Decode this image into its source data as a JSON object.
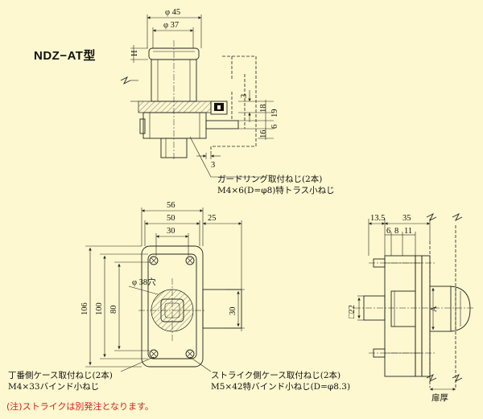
{
  "model_label": "NDZ−AT型",
  "top_view": {
    "dims": [
      "φ 45",
      "φ 37",
      "H",
      "3",
      "18",
      "19",
      "6",
      "16",
      "3"
    ]
  },
  "front_view": {
    "dims": [
      "56",
      "50",
      "30",
      "25",
      "106",
      "100",
      "80",
      "30",
      "φ 38穴"
    ]
  },
  "side_view": {
    "dims": [
      "13.5",
      "35",
      "6",
      "8",
      "11",
      "□22",
      "A"
    ],
    "door_thickness": "扉厚"
  },
  "notes": {
    "guard_ring_title": "ガードリング取付ねじ(2本)",
    "guard_ring_spec": "M4×6(D=φ8)特トラス小ねじ",
    "hinge_case_title": "丁番側ケース取付ねじ(2本)",
    "hinge_case_spec": "M4×33バインド小ねじ",
    "strike_case_title": "ストライク側ケース取付ねじ(2本)",
    "strike_case_spec": "M5×42特バインド小ねじ(D=φ8.3)",
    "strike_footnote": "(注)ストライクは別発注となります。"
  }
}
